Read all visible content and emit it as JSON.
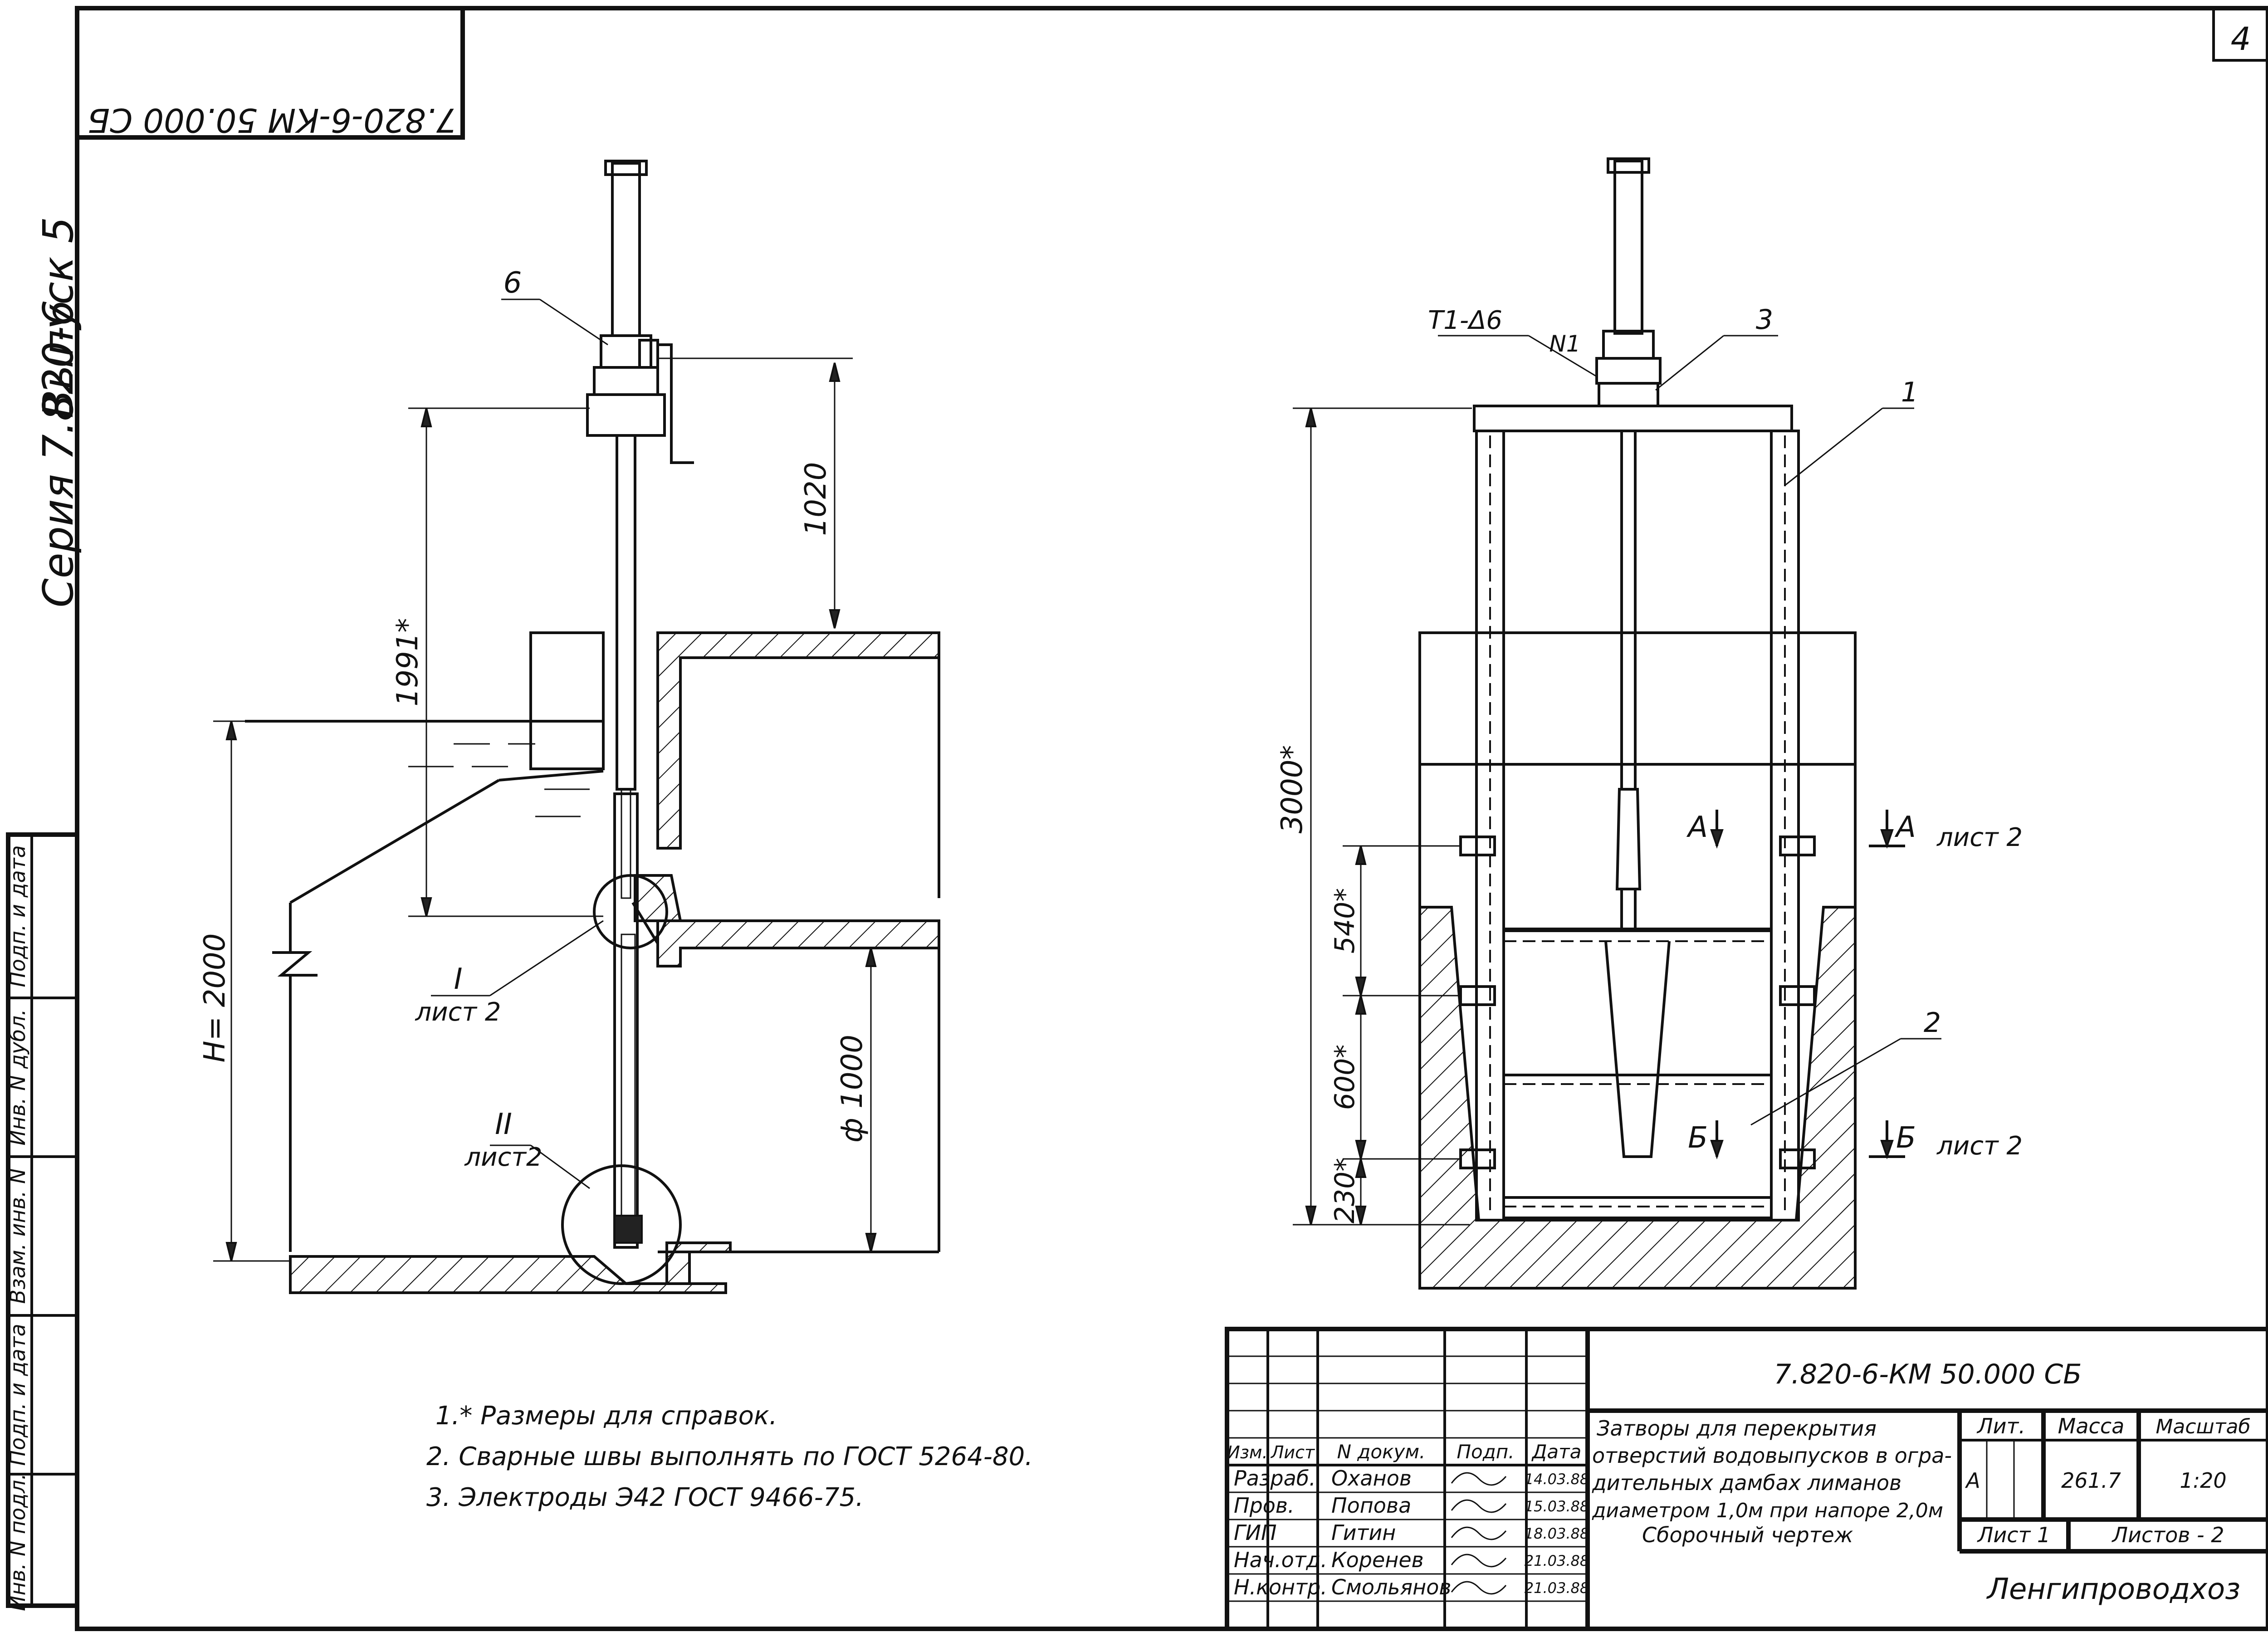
{
  "stamp_top": "7.820-6-КМ 50.000 СБ",
  "sheet_number": "4",
  "series": {
    "vypusk": "Выпуск 5",
    "seriya": "Серия 7.820-6"
  },
  "side_strip": [
    "Инв. N подл.",
    "Подп. и дата",
    "Взам. инв. N",
    "Инв. N дубл.",
    "Подп. и дата"
  ],
  "side_view": {
    "callout_6": "6",
    "dim_1020": "1020",
    "dim_1991": "1991*",
    "dim_h": "H= 2000",
    "dim_phi": "ф 1000",
    "detail_1": "I",
    "detail_1_sheet": "лист 2",
    "detail_2": "II",
    "detail_2_sheet": "лист2"
  },
  "front_view": {
    "weld_label": "Т1-Δ6",
    "weld_n": "N1",
    "callout_3": "3",
    "callout_1": "1",
    "callout_2": "2",
    "dim_3000": "3000*",
    "dim_540": "540*",
    "dim_600": "600*",
    "dim_230": "230*",
    "section_a_left": "А",
    "section_a_right": "А",
    "section_a_sheet": "лист 2",
    "section_b_left": "Б",
    "section_b_right": "Б",
    "section_b_sheet": "лист 2"
  },
  "notes": [
    "1.* Размеры для справок.",
    "2. Сварные швы выполнять по ГОСТ 5264-80.",
    "3. Электроды Э42 ГОСТ 9466-75."
  ],
  "title_block": {
    "code": "7.820-6-КМ 50.000 СБ",
    "title_lines": [
      "Затворы для перекрытия",
      "отверстий водовыпусков в огра-",
      "дительных дамбах лиманов",
      "диаметром 1,0м при напоре 2,0м",
      "Сборочный чертеж"
    ],
    "headers": {
      "izm": "Изм.",
      "list": "Лист",
      "ndoc": "N докум.",
      "podp": "Подп.",
      "data": "Дата"
    },
    "rows": [
      {
        "role": "Разраб.",
        "name": "Оханов",
        "date": "14.03.88"
      },
      {
        "role": "Пров.",
        "name": "Попова",
        "date": "15.03.88"
      },
      {
        "role": "ГИП",
        "name": "Гитин",
        "date": "18.03.88"
      },
      {
        "role": "Нач.отд.",
        "name": "Коренев",
        "date": "21.03.88"
      },
      {
        "role": "Н.контр.",
        "name": "Смольянов",
        "date": "21.03.88"
      }
    ],
    "lit_header": "Лит.",
    "massa_header": "Масса",
    "masshtab_header": "Масштаб",
    "lit": "А",
    "massa": "261.7",
    "masshtab": "1:20",
    "sheet": "Лист 1",
    "sheets": "Листов - 2",
    "org": "Ленгипроводхоз"
  }
}
